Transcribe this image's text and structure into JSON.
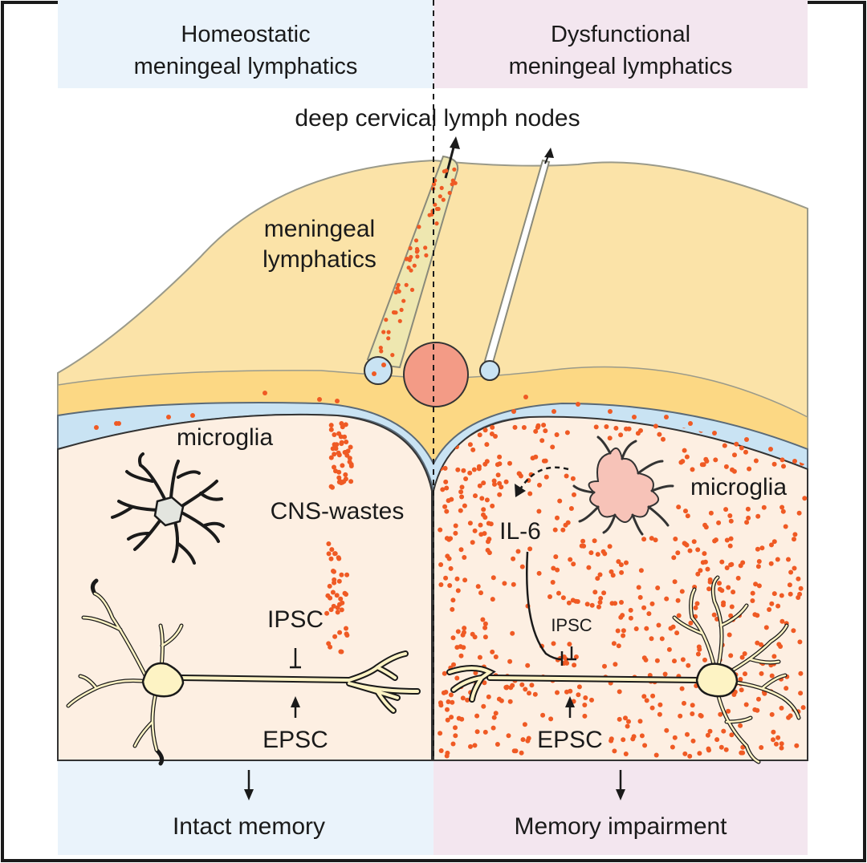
{
  "panels": {
    "left": {
      "title_line1": "Homeostatic",
      "title_line2": "meningeal lymphatics",
      "outcome": "Intact memory"
    },
    "right": {
      "title_line1": "Dysfunctional",
      "title_line2": "meningeal lymphatics",
      "outcome": "Memory impairment"
    }
  },
  "labels": {
    "drain_target": "deep cervical lymph nodes",
    "lymphatics_line1": "meningeal",
    "lymphatics_line2": "lymphatics",
    "microglia_left": "microglia",
    "microglia_right": "microglia",
    "wastes": "CNS-wastes",
    "ipsc_left": "IPSC",
    "epsc_left": "EPSC",
    "il6": "IL-6",
    "ipsc_right": "IPSC",
    "epsc_right": "EPSC"
  },
  "colors": {
    "left_panel_bg": "#eaf3fb",
    "right_panel_bg": "#f3e6ef",
    "skull": "#fbe3a8",
    "dura": "#fcd884",
    "csf_layer": "#c9e3f3",
    "brain": "#fdefe2",
    "artery": "#f39b86",
    "waste_dot": "#ef5a24",
    "microglia_active": "#f7c3b8",
    "neuron": "#fdf3c4"
  }
}
